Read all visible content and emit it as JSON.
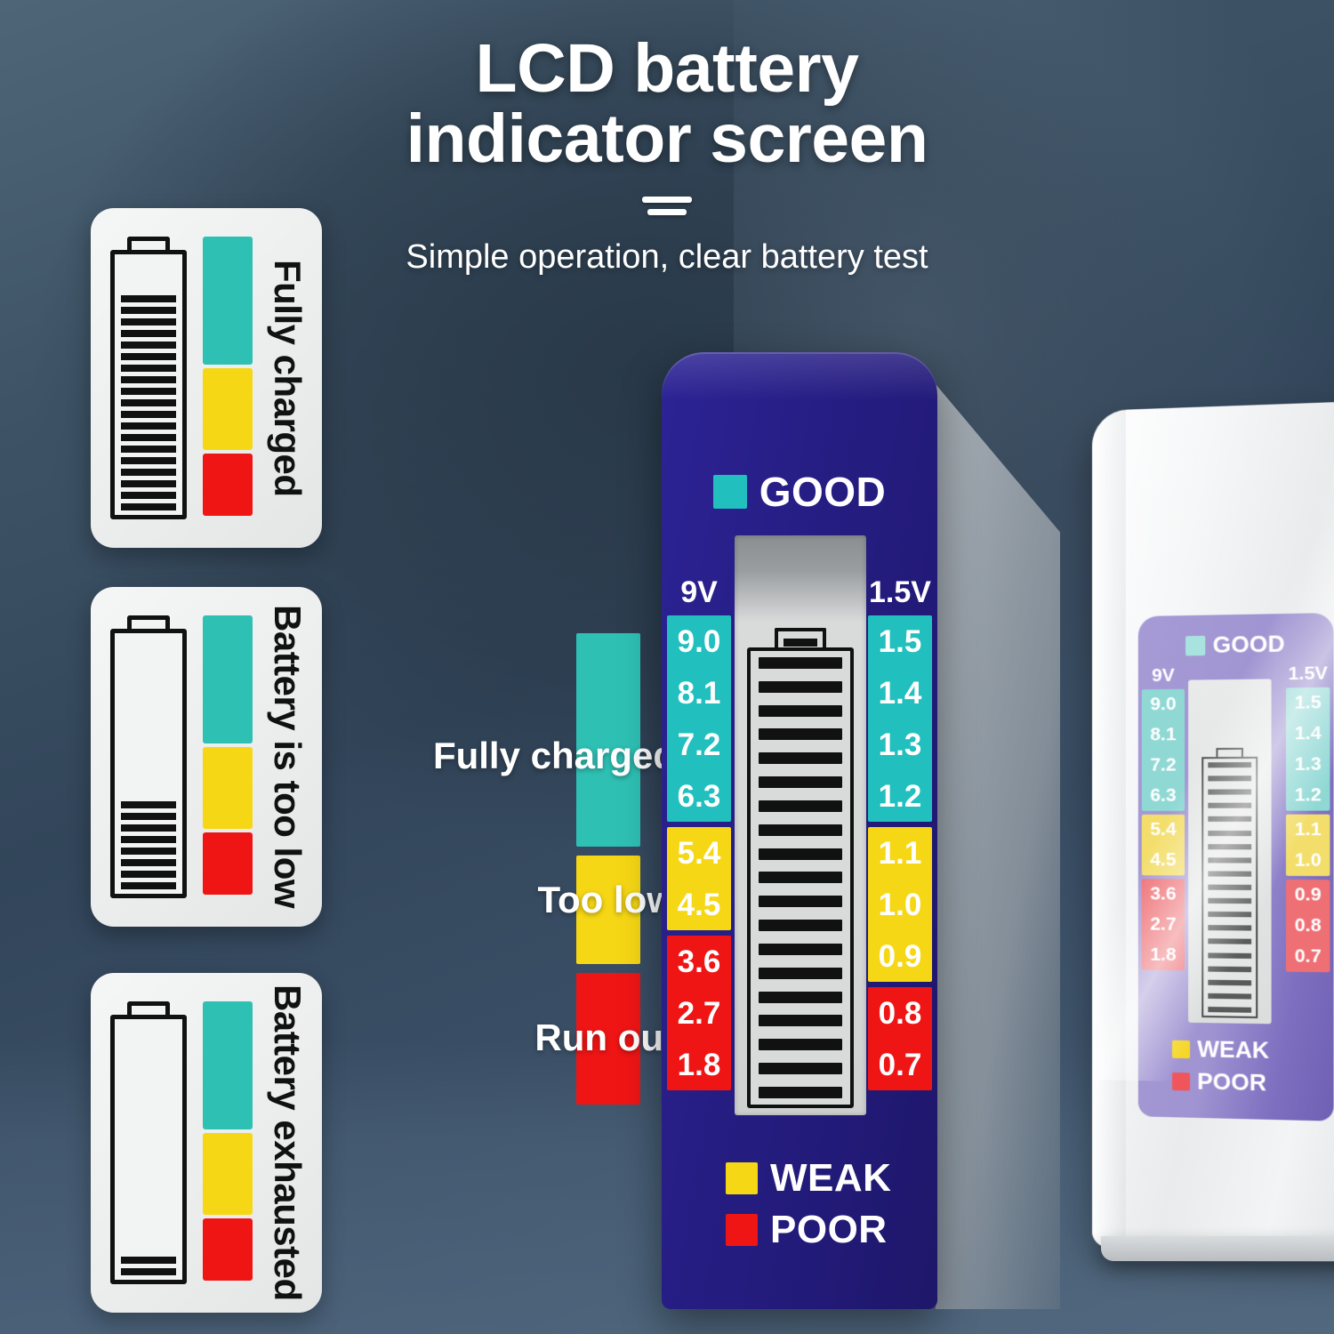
{
  "header": {
    "title_line1": "LCD battery",
    "title_line2": "indicator screen",
    "subtitle": "Simple operation, clear battery test"
  },
  "colors": {
    "good_teal": "#22BFBF",
    "key_teal": "#2FC0B4",
    "weak_yellow": "#F6D715",
    "poor_red": "#F01515",
    "device_blue": "#241A80",
    "card_bg": "#F0F1F1",
    "background_slate": "#3B5165",
    "product_white": "#F2F4F5",
    "mini_label_purple": "#9E92D0"
  },
  "cards": [
    {
      "label": "Fully charged",
      "battery_icon": "battery-full-icon",
      "fill_segments": 19,
      "total_segments": 19,
      "bars": [
        {
          "name": "teal-bar",
          "color": "#2FC0B4",
          "flex": 47
        },
        {
          "name": "yellow-bar",
          "color": "#F6D715",
          "flex": 30
        },
        {
          "name": "red-bar",
          "color": "#F01515",
          "flex": 23
        }
      ]
    },
    {
      "label": "Battery is too low",
      "battery_icon": "battery-low-icon",
      "fill_segments": 8,
      "total_segments": 19,
      "bars": [
        {
          "name": "teal-bar",
          "color": "#2FC0B4",
          "flex": 47
        },
        {
          "name": "yellow-bar",
          "color": "#F6D715",
          "flex": 30
        },
        {
          "name": "red-bar",
          "color": "#F01515",
          "flex": 23
        }
      ]
    },
    {
      "label": "Battery exhausted",
      "battery_icon": "battery-empty-icon",
      "fill_segments": 2,
      "total_segments": 19,
      "bars": [
        {
          "name": "teal-bar",
          "color": "#2FC0B4",
          "flex": 47
        },
        {
          "name": "yellow-bar",
          "color": "#F6D715",
          "flex": 30
        },
        {
          "name": "red-bar",
          "color": "#F01515",
          "flex": 23
        }
      ]
    }
  ],
  "key": {
    "items": [
      {
        "label": "Fully charged",
        "color": "#2FC0B4",
        "flex": 47
      },
      {
        "label": "Too low",
        "color": "#F6D715",
        "flex": 24
      },
      {
        "label": "Run out",
        "color": "#F01515",
        "flex": 29
      }
    ]
  },
  "device": {
    "good": {
      "label": "GOOD",
      "color": "#22BFBF"
    },
    "lcd": {
      "segments": 19,
      "icon": "battery-full-lcd-icon"
    },
    "scales": [
      {
        "name": "scale-9v",
        "header": "9V",
        "zones": [
          {
            "name": "good-zone",
            "color": "#22BFBF",
            "values": [
              "9.0",
              "8.1",
              "7.2",
              "6.3"
            ]
          },
          {
            "name": "weak-zone",
            "color": "#F6D715",
            "values": [
              "5.4",
              "4.5"
            ]
          },
          {
            "name": "poor-zone",
            "color": "#F01515",
            "values": [
              "3.6",
              "2.7",
              "1.8"
            ]
          }
        ]
      },
      {
        "name": "scale-1-5v",
        "header": "1.5V",
        "zones": [
          {
            "name": "good-zone",
            "color": "#22BFBF",
            "values": [
              "1.5",
              "1.4",
              "1.3",
              "1.2"
            ]
          },
          {
            "name": "weak-zone",
            "color": "#F6D715",
            "values": [
              "1.1",
              "1.0",
              "0.9"
            ]
          },
          {
            "name": "poor-zone",
            "color": "#F01515",
            "values": [
              "0.8",
              "0.7"
            ]
          }
        ]
      }
    ],
    "legend": [
      {
        "label": "WEAK",
        "color": "#F6D715"
      },
      {
        "label": "POOR",
        "color": "#F01515"
      }
    ]
  },
  "product_photo": {
    "good": {
      "label": "GOOD",
      "color": "#A9E3E0"
    },
    "lcd": {
      "segments": 19
    },
    "scales": [
      {
        "name": "mini-scale-9v",
        "header": "9V",
        "zones": [
          {
            "name": "good-zone",
            "color": "#8FD8D4",
            "values": [
              "9.0",
              "8.1",
              "7.2",
              "6.3"
            ]
          },
          {
            "name": "weak-zone",
            "color": "#F3DE6B",
            "values": [
              "5.4",
              "4.5"
            ]
          },
          {
            "name": "poor-zone",
            "color": "#EE6F74",
            "values": [
              "3.6",
              "2.7",
              "1.8"
            ]
          }
        ]
      },
      {
        "name": "mini-scale-1-5v",
        "header": "1.5V",
        "zones": [
          {
            "name": "good-zone",
            "color": "#8FD8D4",
            "values": [
              "1.5",
              "1.4",
              "1.3",
              "1.2"
            ]
          },
          {
            "name": "weak-zone",
            "color": "#F3DE6B",
            "values": [
              "1.1",
              "1.0"
            ]
          },
          {
            "name": "poor-zone",
            "color": "#EE6F74",
            "values": [
              "0.9",
              "0.8",
              "0.7"
            ]
          }
        ]
      }
    ],
    "legend": [
      {
        "label": "WEAK",
        "color": "#F5D728"
      },
      {
        "label": "POOR",
        "color": "#F0555C"
      }
    ]
  }
}
